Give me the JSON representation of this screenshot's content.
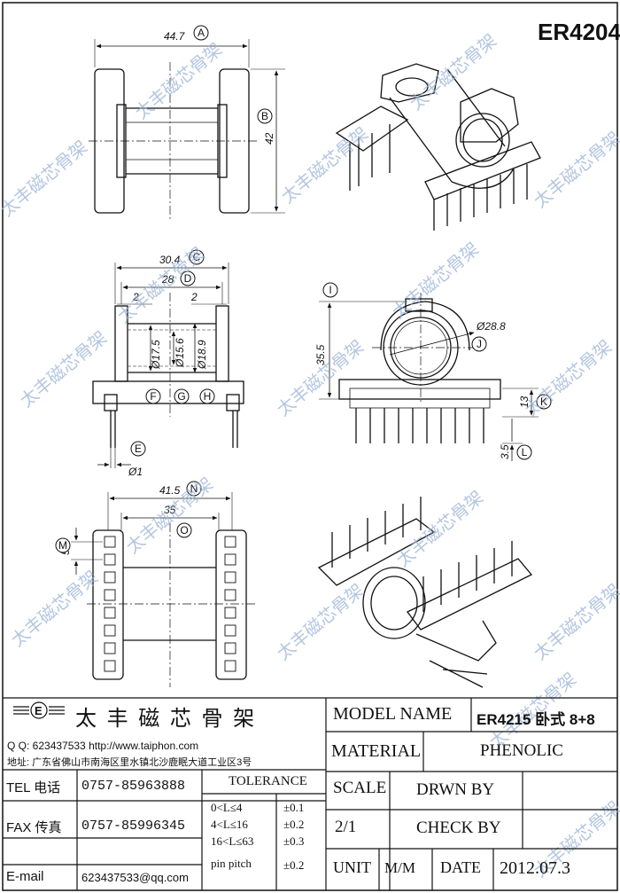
{
  "part_code": "ER4204",
  "dimensions": {
    "A": "44.7",
    "B": "42",
    "C": "30.4",
    "D": "28",
    "E": "Ø1",
    "F": "Ø17.5",
    "G": "Ø15.6",
    "H": "Ø18.9",
    "I": "35.5",
    "J": "Ø28.8",
    "K": "13",
    "L": "3.5",
    "M": "5",
    "N": "41.5",
    "O": "35",
    "flange_left": "2",
    "flange_right": "2"
  },
  "callouts": [
    "A",
    "B",
    "C",
    "D",
    "E",
    "F",
    "G",
    "H",
    "I",
    "J",
    "K",
    "L",
    "M",
    "N",
    "O"
  ],
  "watermark": "太丰磁芯骨架",
  "company": {
    "logo_letter": "E",
    "name": "太 丰 磁 芯 骨 架",
    "qq_line": "Q Q:  623437533    http://www.taiphon.com",
    "address_line": "地址: 广东省佛山市南海区里水镇北沙鹿眠大道工业区3号",
    "tel_label": "TEL 电话",
    "tel": "0757-85963888",
    "fax_label": "FAX 传真",
    "fax": "0757-85996345",
    "email_label": "E-mail",
    "email": "623437533@qq.com"
  },
  "tolerance": {
    "header": "TOLERANCE",
    "rows": [
      {
        "range": "0<L≤4",
        "value": "±0.1"
      },
      {
        "range": "4<L≤16",
        "value": "±0.2"
      },
      {
        "range": "16<L≤63",
        "value": "±0.3"
      },
      {
        "range": "pin pitch",
        "value": "±0.2"
      }
    ]
  },
  "title_block": {
    "model_name_label": "MODEL NAME",
    "model_name": "ER4215 卧式 8+8",
    "material_label": "MATERIAL",
    "material": "PHENOLIC",
    "scale_label": "SCALE",
    "scale": "2/1",
    "drawn_by": "DRWN BY",
    "check_by": "CHECK BY",
    "unit_label": "UNIT",
    "unit": "M/M",
    "date_label": "DATE",
    "date": "2012.07.3"
  }
}
